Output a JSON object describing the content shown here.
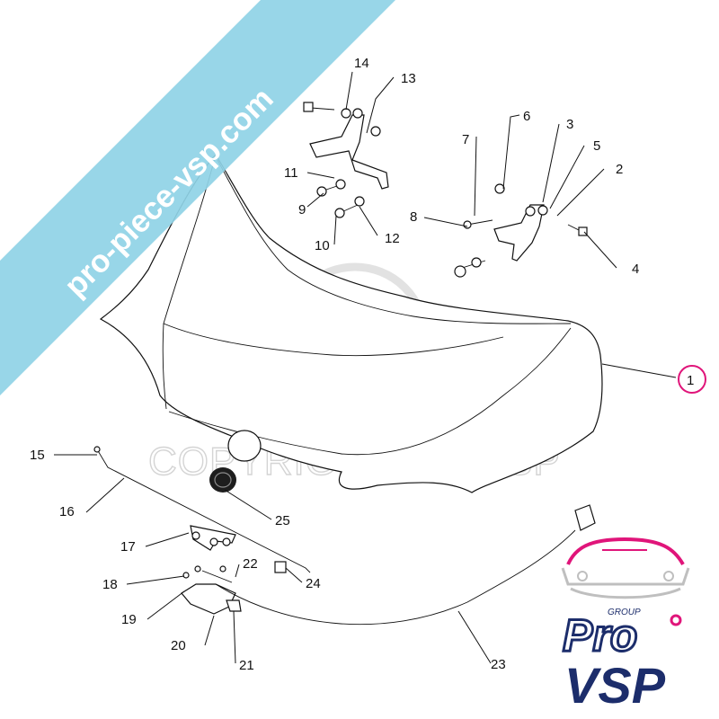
{
  "watermark": {
    "banner_text": "pro-piece-vsp.com",
    "copyright_text": "COPYRIGHT Pro VSP"
  },
  "logo": {
    "group_text": "GROUP",
    "word_pro": "Pro",
    "word_vsp": "VSP",
    "colors": {
      "navy": "#1c2d6b",
      "magenta": "#e0157a"
    }
  },
  "colors": {
    "banner": "#8fd3e6",
    "highlight_circle": "#e0157a"
  },
  "callouts": {
    "c1": "1",
    "c2": "2",
    "c3": "3",
    "c4": "4",
    "c5": "5",
    "c6": "6",
    "c7": "7",
    "c8": "8",
    "c9": "9",
    "c10": "10",
    "c11": "11",
    "c12": "12",
    "c13": "13",
    "c14": "14",
    "c15": "15",
    "c16": "16",
    "c17": "17",
    "c18": "18",
    "c19": "19",
    "c20": "20",
    "c21": "21",
    "c22": "22",
    "c23": "23",
    "c24": "24",
    "c25": "25"
  }
}
